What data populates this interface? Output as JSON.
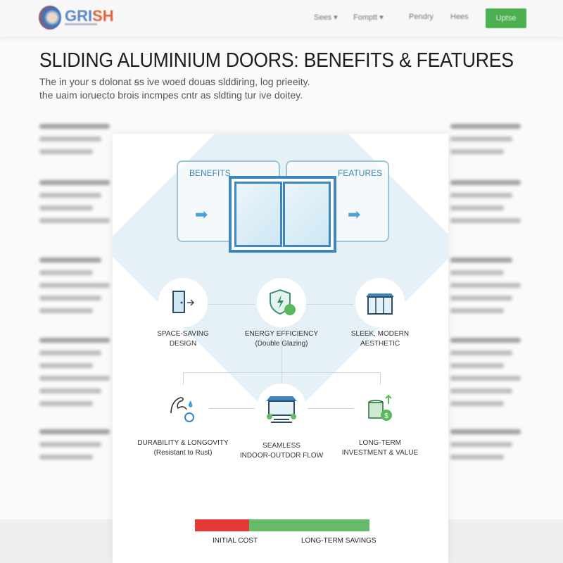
{
  "header": {
    "logo": {
      "text_a": "GRI",
      "text_b": "SH"
    },
    "nav": [
      "Sees ▾",
      "Fomptt ▾",
      "Pendry",
      "Hees"
    ],
    "cta": "Uptse"
  },
  "page": {
    "title": "SLIDING ALUMINIUM DOORS: BENEFITS & FEATURES",
    "subtitle_lines": [
      "The in your s dolonat ꞩs ive woed douas slddiring, log prieeity.",
      "the uaim ioruecto brois incmpes cntr as sldting tur ive doitey."
    ]
  },
  "infographic": {
    "benefits_label": "BENEFITS",
    "features_label": "FEATURES",
    "items": [
      {
        "icon": "door-open-icon",
        "line1": "SPACE-SAVING",
        "line2": "DESIGN"
      },
      {
        "icon": "shield-leaf-icon",
        "line1": "ENERGY EFFICIENCY",
        "line2": "(Double Glazing)"
      },
      {
        "icon": "modern-house-icon",
        "line1": "SLEEK, MODERN",
        "line2": "AESTHETIC"
      },
      {
        "icon": "strength-icon",
        "line1": "DURABILITY & LONGOVITY",
        "line2": "(Resistant to Rust)"
      },
      {
        "icon": "house-flow-icon",
        "line1": "SEAMLESS",
        "line2": "INDOOR-OUTDOR FLOW"
      },
      {
        "icon": "coins-growth-icon",
        "line1": "LONG-TERM",
        "line2": "INVESTMENT & VALUE"
      }
    ],
    "cost_bar": {
      "initial_cost_label": "INITIAL COST",
      "long_term_label": "LONG-TERM SAVINGS",
      "initial_share": 0.31,
      "colors": {
        "initial": "#e53935",
        "savings": "#66bb6a"
      }
    }
  },
  "colors": {
    "accent": "#3d86c0",
    "cta": "#4caf50"
  }
}
